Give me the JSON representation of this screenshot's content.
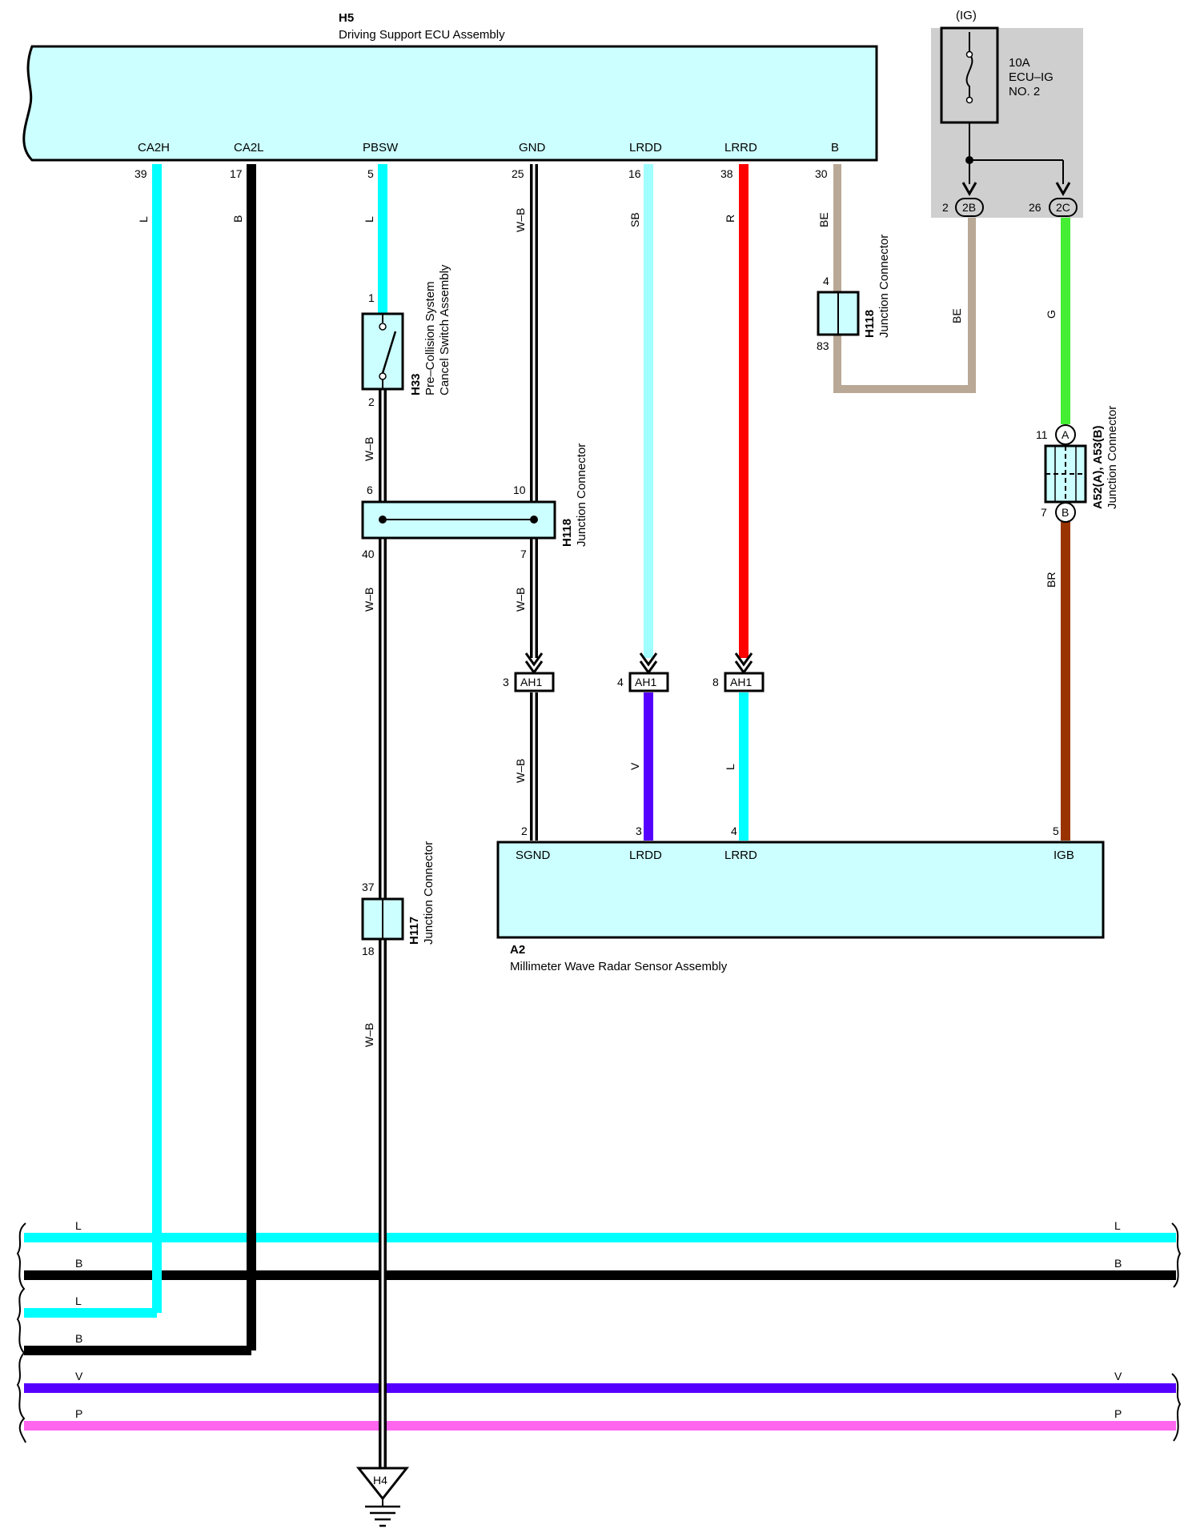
{
  "ecu": {
    "code": "H5",
    "name": "Driving Support ECU Assembly",
    "pins": [
      {
        "label": "CA2H",
        "num": "39",
        "wire": "L",
        "color": "#00FFFF"
      },
      {
        "label": "CA2L",
        "num": "17",
        "wire": "B",
        "color": "#000000"
      },
      {
        "label": "PBSW",
        "num": "5",
        "wire": "L",
        "color": "#00FFFF"
      },
      {
        "label": "GND",
        "num": "25",
        "wire": "W–B",
        "color": "#FFFFFF"
      },
      {
        "label": "LRDD",
        "num": "16",
        "wire": "SB",
        "color": "#A0FFFF"
      },
      {
        "label": "LRRD",
        "num": "38",
        "wire": "R",
        "color": "#FF0000"
      },
      {
        "label": "B",
        "num": "30",
        "wire": "BE",
        "color": "#B9A896"
      }
    ]
  },
  "fuse": {
    "header": "(IG)",
    "rating": "10A",
    "name1": "ECU–IG",
    "name2": "NO. 2",
    "out1": {
      "num": "2",
      "code": "2B",
      "wire": "BE"
    },
    "out2": {
      "num": "26",
      "code": "2C",
      "wire": "G"
    }
  },
  "switch": {
    "code": "H33",
    "name1": "Pre–Collision System",
    "name2": "Cancel Switch Assembly",
    "pin_top": "1",
    "pin_bottom": "2",
    "wire_below": "W–B"
  },
  "jc_h118_top": {
    "code": "H118",
    "name": "Junction Connector",
    "pin_top": "4",
    "pin_bottom": "83",
    "wire_right": "BE"
  },
  "jc_h118_mid": {
    "code": "H118",
    "name": "Junction Connector",
    "pin_left_top": "6",
    "pin_right_top": "10",
    "pin_left_bottom": "40",
    "pin_right_bottom": "7",
    "wire_left": "W–B",
    "wire_right": "W–B"
  },
  "jc_h117": {
    "code": "H117",
    "name": "Junction Connector",
    "pin_top": "37",
    "pin_bottom": "18",
    "wire_below": "W–B"
  },
  "jc_a52": {
    "code": "A52(A), A53(B)",
    "name": "Junction Connector",
    "pin_top": "11",
    "letter_top": "A",
    "pin_bottom": "7",
    "letter_bottom": "B",
    "wire_below": "BR"
  },
  "ah1": [
    {
      "num": "3",
      "code": "AH1",
      "wire_below": "W–B"
    },
    {
      "num": "4",
      "code": "AH1",
      "wire_below": "V"
    },
    {
      "num": "8",
      "code": "AH1",
      "wire_below": "L"
    }
  ],
  "radar": {
    "code": "A2",
    "name": "Millimeter Wave Radar Sensor Assembly",
    "pins": [
      {
        "label": "SGND",
        "num": "2"
      },
      {
        "label": "LRDD",
        "num": "3"
      },
      {
        "label": "LRRD",
        "num": "4"
      },
      {
        "label": "IGB",
        "num": "5"
      }
    ]
  },
  "buses": [
    {
      "label": "L",
      "right_label": "L",
      "color": "#00FFFF"
    },
    {
      "label": "B",
      "right_label": "B",
      "color": "#000000"
    },
    {
      "label": "L",
      "right_label": "",
      "color": "#00FFFF"
    },
    {
      "label": "B",
      "right_label": "",
      "color": "#000000"
    },
    {
      "label": "V",
      "right_label": "V",
      "color": "#5500FF"
    },
    {
      "label": "P",
      "right_label": "P",
      "color": "#FF66EE"
    }
  ],
  "ground": {
    "code": "H4"
  }
}
